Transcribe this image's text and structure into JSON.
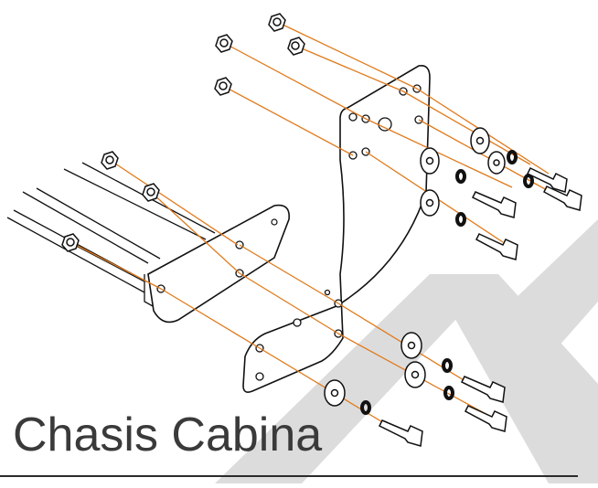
{
  "diagram": {
    "caption": "Chasis Cabina",
    "colors": {
      "line": "#111111",
      "guide": "#e07a1c",
      "watermark": "#dcdcdc",
      "fill": "#ffffff",
      "text": "#3a3a3a"
    },
    "watermark_text": "AL",
    "parts": [
      "cab-mount-bracket",
      "frame-plate",
      "chassis-rails",
      "hex-nut",
      "washer",
      "lock-washer",
      "hex-bolt"
    ]
  }
}
